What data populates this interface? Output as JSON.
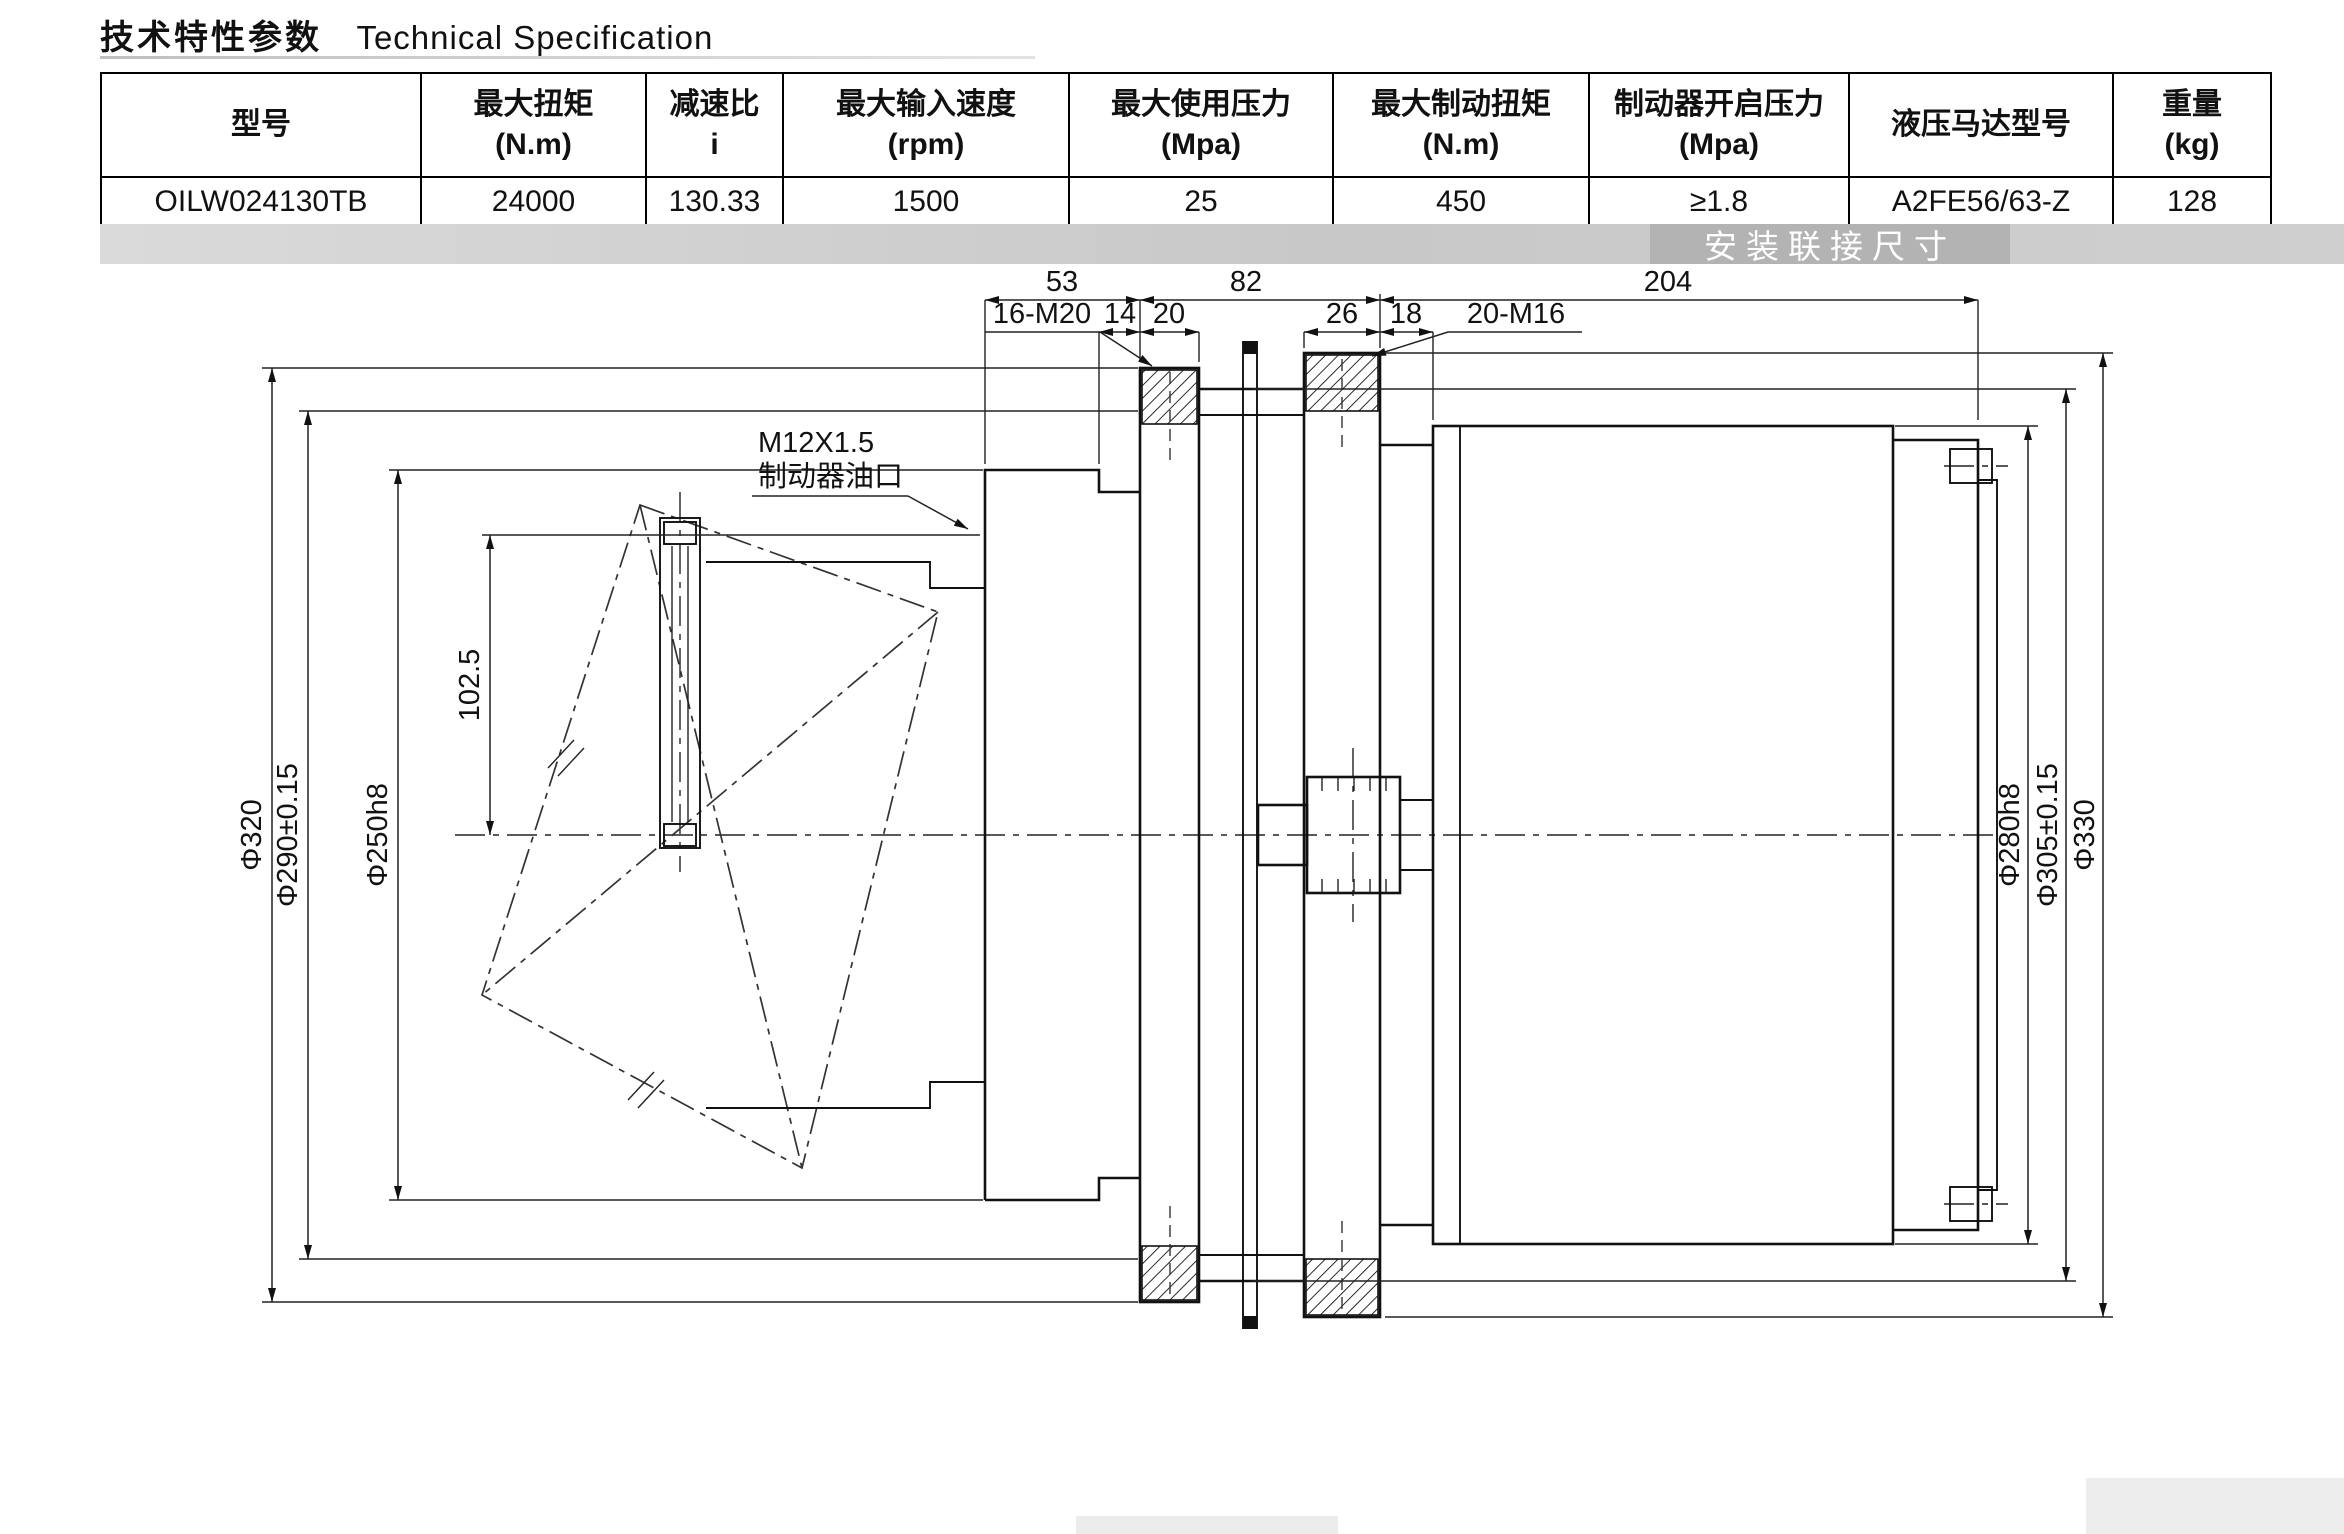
{
  "page": {
    "title_zh": "技术特性参数",
    "title_en": "Technical Specification"
  },
  "spec_table": {
    "columns": [
      {
        "label": "型号",
        "unit": ""
      },
      {
        "label": "最大扭矩",
        "unit": "(N.m)"
      },
      {
        "label": "减速比",
        "unit": "i"
      },
      {
        "label": "最大输入速度",
        "unit": "(rpm)"
      },
      {
        "label": "最大使用压力",
        "unit": "(Mpa)"
      },
      {
        "label": "最大制动扭矩",
        "unit": "(N.m)"
      },
      {
        "label": "制动器开启压力",
        "unit": "(Mpa)"
      },
      {
        "label": "液压马达型号",
        "unit": ""
      },
      {
        "label": "重量",
        "unit": "(kg)"
      }
    ],
    "row": {
      "model": "OILW024130TB",
      "max_torque": "24000",
      "ratio": "130.33",
      "max_input_speed": "1500",
      "max_pressure": "25",
      "max_brake_torque": "450",
      "brake_open_pressure": "≥1.8",
      "motor_model": "A2FE56/63-Z",
      "weight": "128"
    }
  },
  "banner": {
    "label": "安装联接尺寸"
  },
  "drawing": {
    "top_dims": {
      "d53": "53",
      "d82": "82",
      "d204": "204"
    },
    "sub_dims": {
      "bolts_left": "16-M20",
      "d14": "14",
      "d20": "20",
      "d26": "26",
      "d18": "18",
      "bolts_right": "20-M16"
    },
    "port_label": {
      "line1": "M12X1.5",
      "line2": "制动器油口"
    },
    "offset_dim": "102.5",
    "left_dims": {
      "outer": "Φ320",
      "mid": "Φ290±0.15",
      "inner": "Φ250h8"
    },
    "right_dims": {
      "inner": "Φ280h8",
      "mid": "Φ305±0.15",
      "outer": "Φ330"
    }
  }
}
